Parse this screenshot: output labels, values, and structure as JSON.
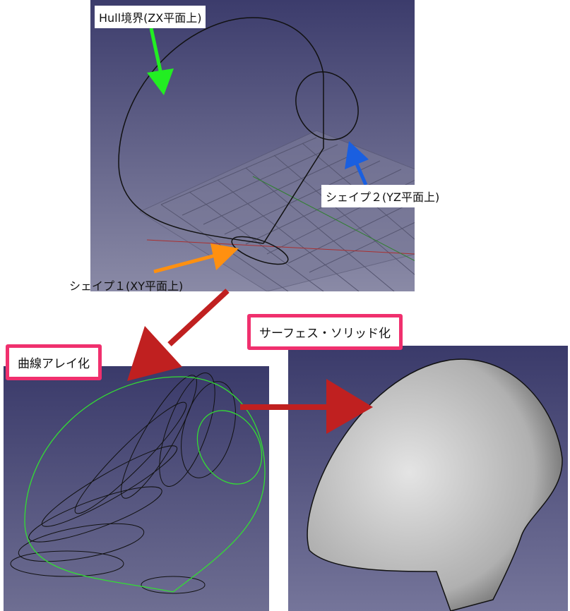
{
  "labels": {
    "hull_boundary": "Hull境界(ZX平面上)",
    "shape2": "シェイプ２(YZ平面上)",
    "shape1": "シェイプ１(XY平面上)",
    "curve_array": "曲線アレイ化",
    "surface_solid": "サーフェス・ソリッド化"
  },
  "colors": {
    "hull_arrow": "#22ee22",
    "shape2_arrow": "#1a5fe0",
    "shape1_arrow": "#ff9010",
    "flow_arrow": "#c02020",
    "highlight_border": "#f0306e",
    "viewport_bg": "#3c3c6c"
  }
}
